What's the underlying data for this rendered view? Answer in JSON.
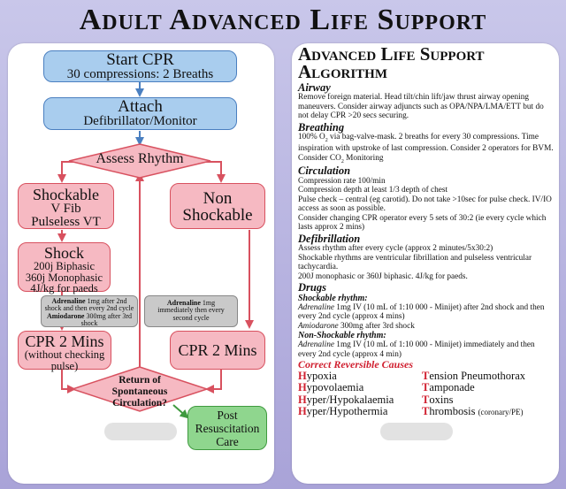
{
  "title": "Adult Advanced Life Support",
  "flowchart": {
    "start_cpr": {
      "title": "Start CPR",
      "detail": "30 compressions: 2 Breaths"
    },
    "attach": {
      "title": "Attach",
      "detail": "Defibrillator/Monitor"
    },
    "assess": "Assess Rhythm",
    "shockable": {
      "title": "Shockable",
      "line1": "V Fib",
      "line2": "Pulseless VT"
    },
    "non_shockable": {
      "line1": "Non",
      "line2": "Shockable"
    },
    "shock": {
      "title": "Shock",
      "line1": "200j Biphasic",
      "line2": "360j Monophasic",
      "line3": "4J/kg for paeds"
    },
    "drug_left": {
      "adrenaline_name": "Adrenaline",
      "adrenaline_text": " 1mg after 2nd shock and then every 2nd cycle",
      "amiodarone_name": "Amiodarone",
      "amiodarone_text": " 300mg after 3rd shock"
    },
    "drug_right": {
      "adrenaline_name": "Adrenaline",
      "adrenaline_text": " 1mg immediately then every second cycle"
    },
    "cpr_left": {
      "title": "CPR 2 Mins",
      "line1": "(without checking",
      "line2": "pulse)"
    },
    "cpr_right": "CPR 2 Mins",
    "rosc": {
      "line1": "Return of",
      "line2": "Spontaneous",
      "line3": "Circulation?"
    },
    "post": {
      "line1": "Post",
      "line2": "Resuscitation",
      "line3": "Care"
    }
  },
  "reference": {
    "title_line1": "Advanced Life Support",
    "title_line2": "Algorithm",
    "airway": {
      "heading": "Airway",
      "text": "Remove foreign material. Head tilt/chin lift/jaw thrust airway opening maneuvers. Consider airway adjuncts such as OPA/NPA/LMA/ETT but do not delay CPR >20 secs securing."
    },
    "breathing": {
      "heading": "Breathing",
      "text_a": "100% O",
      "text_b": " via bag-valve-mask. 2 breaths for every 30 compressions. Time inspiration with upstroke of last compression. Consider 2 operators for BVM. Consider CO",
      "text_c": " Monitoring"
    },
    "circulation": {
      "heading": "Circulation",
      "lines": [
        "Compression rate 100/min",
        "Compression depth at least 1/3 depth of chest",
        "Pulse check – central (eg carotid). Do not take >10sec for pulse check. IV/IO access as soon as possible.",
        "Consider changing CPR operator every 5 sets of 30:2 (ie every cycle which lasts approx 2 mins)"
      ]
    },
    "defibrillation": {
      "heading": "Defibrillation",
      "lines": [
        "Assess rhythm after every cycle (approx 2 minutes/5x30:2)",
        "Shockable rhythms are ventricular fibrillation and pulseless ventricular tachycardia.",
        "200J monophasic or 360J biphasic. 4J/kg for paeds."
      ]
    },
    "drugs": {
      "heading": "Drugs",
      "shockable_label": "Shockable rhythm:",
      "shockable_adrenaline": "Adrenaline",
      "shockable_adrenaline_text": " 1mg IV (10 mL of 1:10 000 - Minijet) after 2nd shock and then every 2nd cycle (approx 4 mins)",
      "shockable_amiodarone": "Amiodarone",
      "shockable_amiodarone_text": " 300mg after 3rd shock",
      "non_shockable_label": "Non-Shockable rhythm:",
      "non_adrenaline": "Adrenaline",
      "non_adrenaline_text": " 1mg IV (10 mL of 1:10 000 - Minijet) immediately and then every 2nd cycle (approx 4 min)"
    },
    "causes": {
      "heading": "Correct Reversible Causes",
      "h_items": [
        {
          "cap": "H",
          "rest": "ypoxia"
        },
        {
          "cap": "H",
          "rest": "ypovolaemia"
        },
        {
          "cap": "H",
          "rest": "yper/Hypokalaemia"
        },
        {
          "cap": "H",
          "rest": "yper/Hypothermia"
        }
      ],
      "t_items": [
        {
          "cap": "T",
          "rest": "ension Pneumothorax",
          "note": ""
        },
        {
          "cap": "T",
          "rest": "amponade",
          "note": ""
        },
        {
          "cap": "T",
          "rest": "oxins",
          "note": ""
        },
        {
          "cap": "T",
          "rest": "hrombosis ",
          "note": "(coronary/PE)"
        }
      ]
    }
  },
  "colors": {
    "blue_box": "#a9cdee",
    "pink_box": "#f6b9c2",
    "green_box": "#8fd68e",
    "grey_box": "#c9c9c9",
    "cause_red": "#d02030"
  }
}
